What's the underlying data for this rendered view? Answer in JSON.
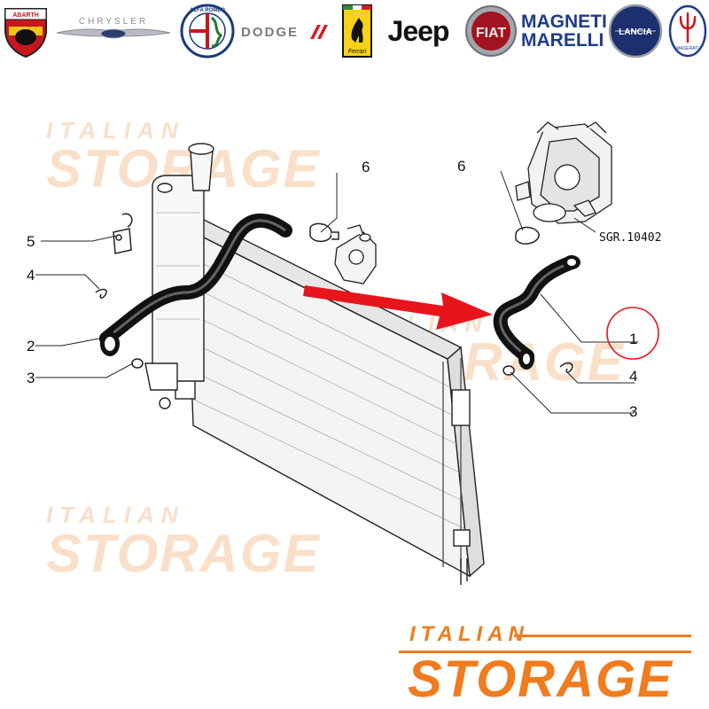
{
  "brands": {
    "abarth": "ABARTH",
    "chrysler": "CHRYSLER",
    "alfa": "ALFA ROMEO",
    "dodge": "DODGE",
    "ferrari": "Ferrari",
    "jeep": "Jeep",
    "fiat": "FIAT",
    "magneti_line1": "MAGNETI",
    "magneti_line2": "MARELLI",
    "lancia": "LANCIA",
    "maserati": "MASERATI"
  },
  "watermark": {
    "small": "ITALIAN",
    "big": "STORAGE"
  },
  "callouts": {
    "c1": "1",
    "c2": "2",
    "c3_left": "3",
    "c3_right": "3",
    "c4_left": "4",
    "c4_right": "4",
    "c5": "5",
    "c6_left": "6",
    "c6_right": "6",
    "ref_code": "SGR.10402"
  },
  "colors": {
    "arrow": "#e8141c",
    "highlight_circle": "#e8141c",
    "brand_orange": "#f07c1e",
    "watermark": "#f6b98a"
  },
  "footer": {
    "small": "ITALIAN",
    "big": "STORAGE"
  }
}
